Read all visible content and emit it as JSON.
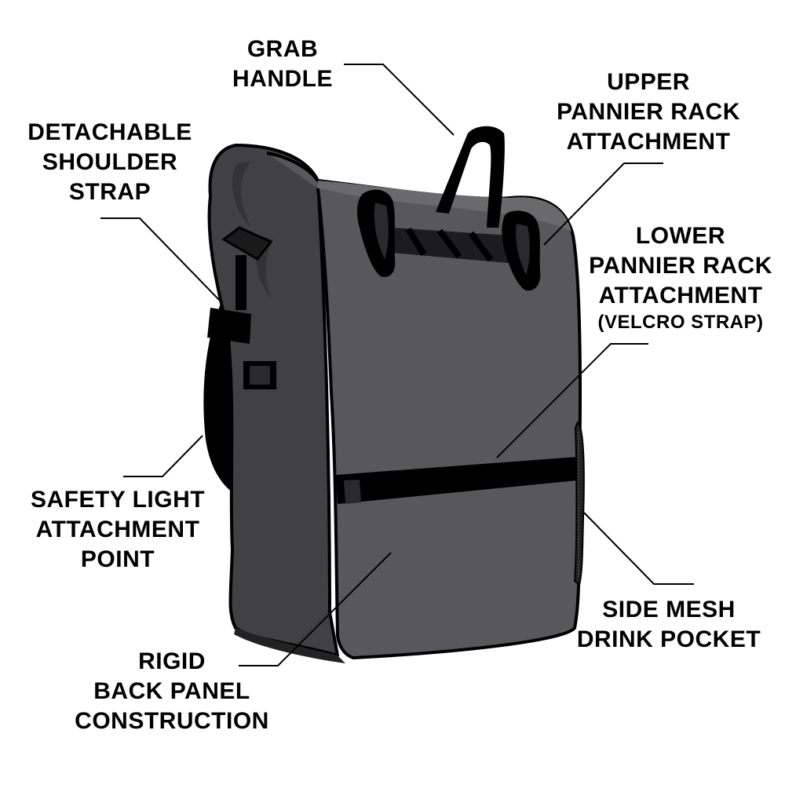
{
  "diagram": {
    "subject": "Pannier bag",
    "colors": {
      "background": "#ffffff",
      "bag_front": "#58585a",
      "bag_side": "#414143",
      "bag_shadow": "#333335",
      "straps": "#000000",
      "outline": "#000000",
      "text": "#000000",
      "leader_line": "#000000"
    },
    "labels": [
      {
        "id": "grab-handle",
        "lines": [
          "GRAB",
          "HANDLE"
        ]
      },
      {
        "id": "detachable-shoulder-strap",
        "lines": [
          "DETACHABLE",
          "SHOULDER",
          "STRAP"
        ]
      },
      {
        "id": "upper-pannier-rack-attachment",
        "lines": [
          "UPPER",
          "PANNIER RACK",
          "ATTACHMENT"
        ]
      },
      {
        "id": "lower-pannier-rack-attachment",
        "lines": [
          "LOWER",
          "PANNIER RACK",
          "ATTACHMENT"
        ],
        "note": "(VELCRO STRAP)"
      },
      {
        "id": "safety-light-attachment-point",
        "lines": [
          "SAFETY LIGHT",
          "ATTACHMENT",
          "POINT"
        ]
      },
      {
        "id": "side-mesh-drink-pocket",
        "lines": [
          "SIDE MESH",
          "DRINK POCKET"
        ]
      },
      {
        "id": "rigid-back-panel-construction",
        "lines": [
          "RIGID",
          "BACK PANEL",
          "CONSTRUCTION"
        ]
      }
    ]
  }
}
